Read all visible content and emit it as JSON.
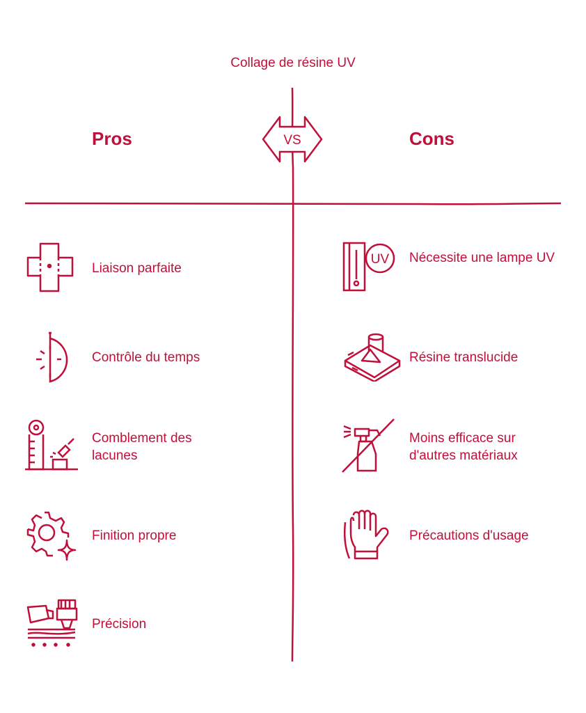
{
  "title": "Collage de résine UV",
  "vs_label": "VS",
  "pros": {
    "heading": "Pros",
    "items": [
      {
        "label": "Liaison parfaite",
        "icon": "bandage-icon"
      },
      {
        "label": "Contrôle du temps",
        "icon": "stopwatch-icon"
      },
      {
        "label": "Comblement des lacunes",
        "icon": "gap-filling-icon"
      },
      {
        "label": "Finition propre",
        "icon": "gear-sparkle-icon"
      },
      {
        "label": "Précision",
        "icon": "resin-tube-icon"
      }
    ]
  },
  "cons": {
    "heading": "Cons",
    "items": [
      {
        "label": "Nécessite une lampe UV",
        "icon": "uv-lamp-icon"
      },
      {
        "label": "Résine translucide",
        "icon": "translucent-resin-icon"
      },
      {
        "label": "Moins efficace sur d'autres matériaux",
        "icon": "crossed-spray-icon"
      },
      {
        "label": "Précautions d'usage",
        "icon": "glove-icon"
      }
    ]
  },
  "colors": {
    "accent": "#c0103a",
    "background": "#ffffff"
  }
}
